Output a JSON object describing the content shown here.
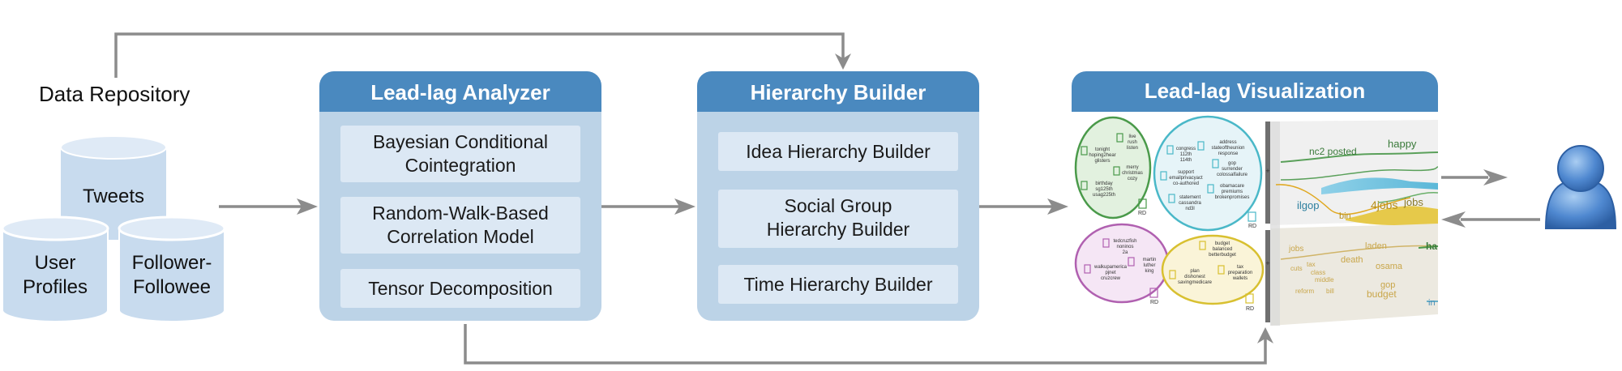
{
  "data_repository": {
    "title": "Data Repository",
    "sources": {
      "tweets": "Tweets",
      "user_profiles": [
        "User",
        "Profiles"
      ],
      "follower_followee": [
        "Follower-",
        "Followee"
      ]
    }
  },
  "lead_lag_analyzer": {
    "title": "Lead-lag Analyzer",
    "items": [
      [
        "Bayesian Conditional",
        "Cointegration"
      ],
      [
        "Random-Walk-Based",
        "Correlation Model"
      ],
      [
        "Tensor Decomposition"
      ]
    ]
  },
  "hierarchy_builder": {
    "title": "Hierarchy Builder",
    "items": [
      [
        "Idea Hierarchy Builder"
      ],
      [
        "Social Group",
        "Hierarchy Builder"
      ],
      [
        "Time Hierarchy Builder"
      ]
    ]
  },
  "lead_lag_visualization": {
    "title": "Lead-lag Visualization",
    "clusters": {
      "green": {
        "labels": [
          [
            "tonight",
            "hoping2hear",
            "glisters"
          ],
          [
            "live",
            "rush",
            "listen"
          ],
          [
            "merry",
            "christmas",
            "cozy"
          ],
          [
            "birthday",
            "sg125th",
            "usag225th"
          ]
        ],
        "badge": "RD",
        "color": "#4a9a4a"
      },
      "cyan": {
        "labels": [
          [
            "congress",
            "112th",
            "114th"
          ],
          [
            "address",
            "stateoftheunion",
            "response"
          ],
          [
            "gop",
            "surrender",
            "colossalfailure"
          ],
          [
            "support",
            "emailprivacyact",
            "co-authored"
          ],
          [
            "obamacare",
            "premiums",
            "brokenpromises"
          ],
          [
            "statement",
            "cassandra",
            "nd3l"
          ]
        ],
        "badge": "RD",
        "color": "#4ab8c8"
      },
      "purple": {
        "labels": [
          [
            "tedcruzfish",
            "noninos",
            "2a"
          ],
          [
            "martin",
            "luther",
            "king"
          ],
          [
            "walkupamerica",
            "pjnet",
            "cruzcrew"
          ]
        ],
        "badge": "RD",
        "color": "#b060b0"
      },
      "yellow": {
        "labels": [
          [
            "budget",
            "balanced",
            "betterbudget"
          ],
          [
            "plan",
            "dishonest",
            "savingmedicare"
          ],
          [
            "tax",
            "preparation",
            "wallets"
          ]
        ],
        "badge": "RD",
        "color": "#d8c030"
      }
    },
    "stream_labels_top": [
      "nc2 posted",
      "happy",
      "ilgop",
      "bin",
      "4jobs",
      "jobs"
    ],
    "stream_labels_bottom": [
      "jobs",
      "laden",
      "death",
      "osama",
      "tax",
      "class",
      "cuts",
      "middle",
      "gop",
      "budget",
      "reform",
      "bill",
      "ha",
      "in"
    ]
  },
  "colors": {
    "module_header": "#4a89bf",
    "module_body": "#bcd3e7",
    "item_box": "#dce8f4",
    "arrow": "#8c8c8c",
    "cylinder_fill": "#c8dbee",
    "cylinder_top": "#dfeaf6",
    "user_icon": "#4f88d0"
  }
}
